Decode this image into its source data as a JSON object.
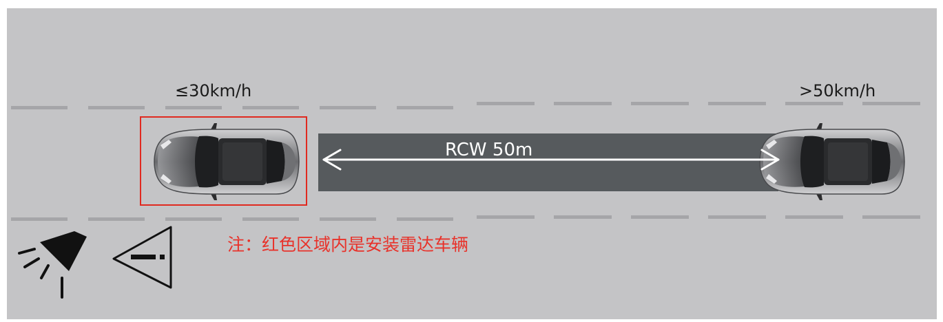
{
  "speeds": {
    "ego": "≤30km/h",
    "rear": ">50km/h"
  },
  "rcw_label": "RCW 50m",
  "note": "注：红色区域内是安装雷达车辆",
  "colors": {
    "road": "#c4c4c6",
    "lane_mark": "#a5a5a8",
    "corridor": "#565a5d",
    "highlight": "#e0291f",
    "note_text": "#e8322a",
    "text": "#1a1a1a",
    "arrow": "#ffffff"
  },
  "icons": [
    "hazard-light-icon",
    "rear-collision-warning-icon"
  ]
}
